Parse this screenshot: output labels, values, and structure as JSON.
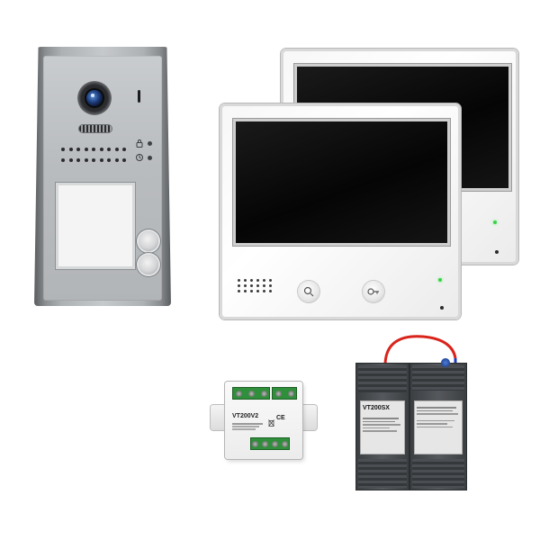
{
  "door_station": {
    "lock_icon": "lock-icon",
    "door_icon": "door-icon",
    "buttons": 2
  },
  "monitors": {
    "count": 2,
    "key_left_icon": "intercom-icon",
    "key_right_icon": "key-icon"
  },
  "module": {
    "model": "VT200V2",
    "ce_mark": "CE"
  },
  "power_supply": {
    "model": "VT200SX"
  }
}
